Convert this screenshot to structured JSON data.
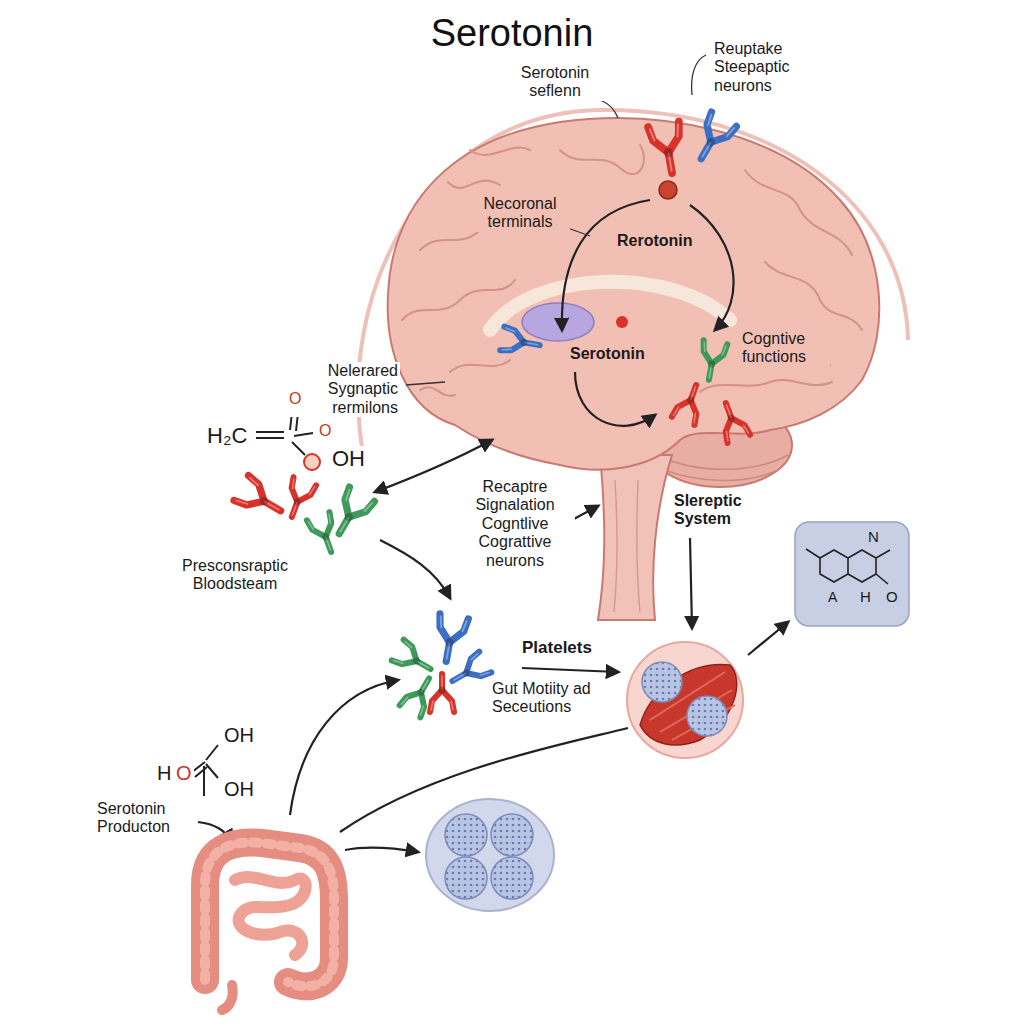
{
  "diagram": {
    "title": "Serotonin",
    "labels": [
      "Serotonin seflenn",
      "Reuptake Steepaptic neurons",
      "Necoronal terminals",
      "Rerotonin",
      "Serotonin",
      "Cogntive functions",
      "Nelerared Sygnaptic rermilons",
      "H₂C",
      "O",
      "O",
      "OH",
      "Presconsraptic Bloodsteam",
      "Recaptre Signalation Cogntlive Cograttive neurons",
      "Slereptic System",
      "Platelets",
      "Gut Motiity ad Seceutions",
      "OH",
      "H",
      "O",
      "OH",
      "Serotonin Producton",
      "N",
      "A",
      "H",
      "O"
    ]
  }
}
